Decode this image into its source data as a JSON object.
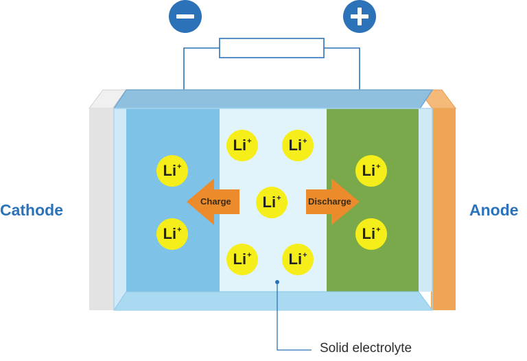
{
  "terminals": {
    "negative": "−",
    "positive": "+"
  },
  "labels": {
    "cathode": "Cathode",
    "anode": "Anode",
    "charge": "Charge",
    "discharge": "Discharge",
    "electrolyte": "Solid electrolyte"
  },
  "ion": {
    "symbol": "Li",
    "charge": "+"
  },
  "colors": {
    "cathode": "#7ec2e8",
    "anode": "#79a94a",
    "electrolyte": "#e1f4fb",
    "arrow": "#ec8b2b",
    "ion": "#f6ee1a",
    "terminal": "#2b72b8",
    "anode_collector": "#f0a455",
    "cathode_collector": "#e3e3e3"
  }
}
